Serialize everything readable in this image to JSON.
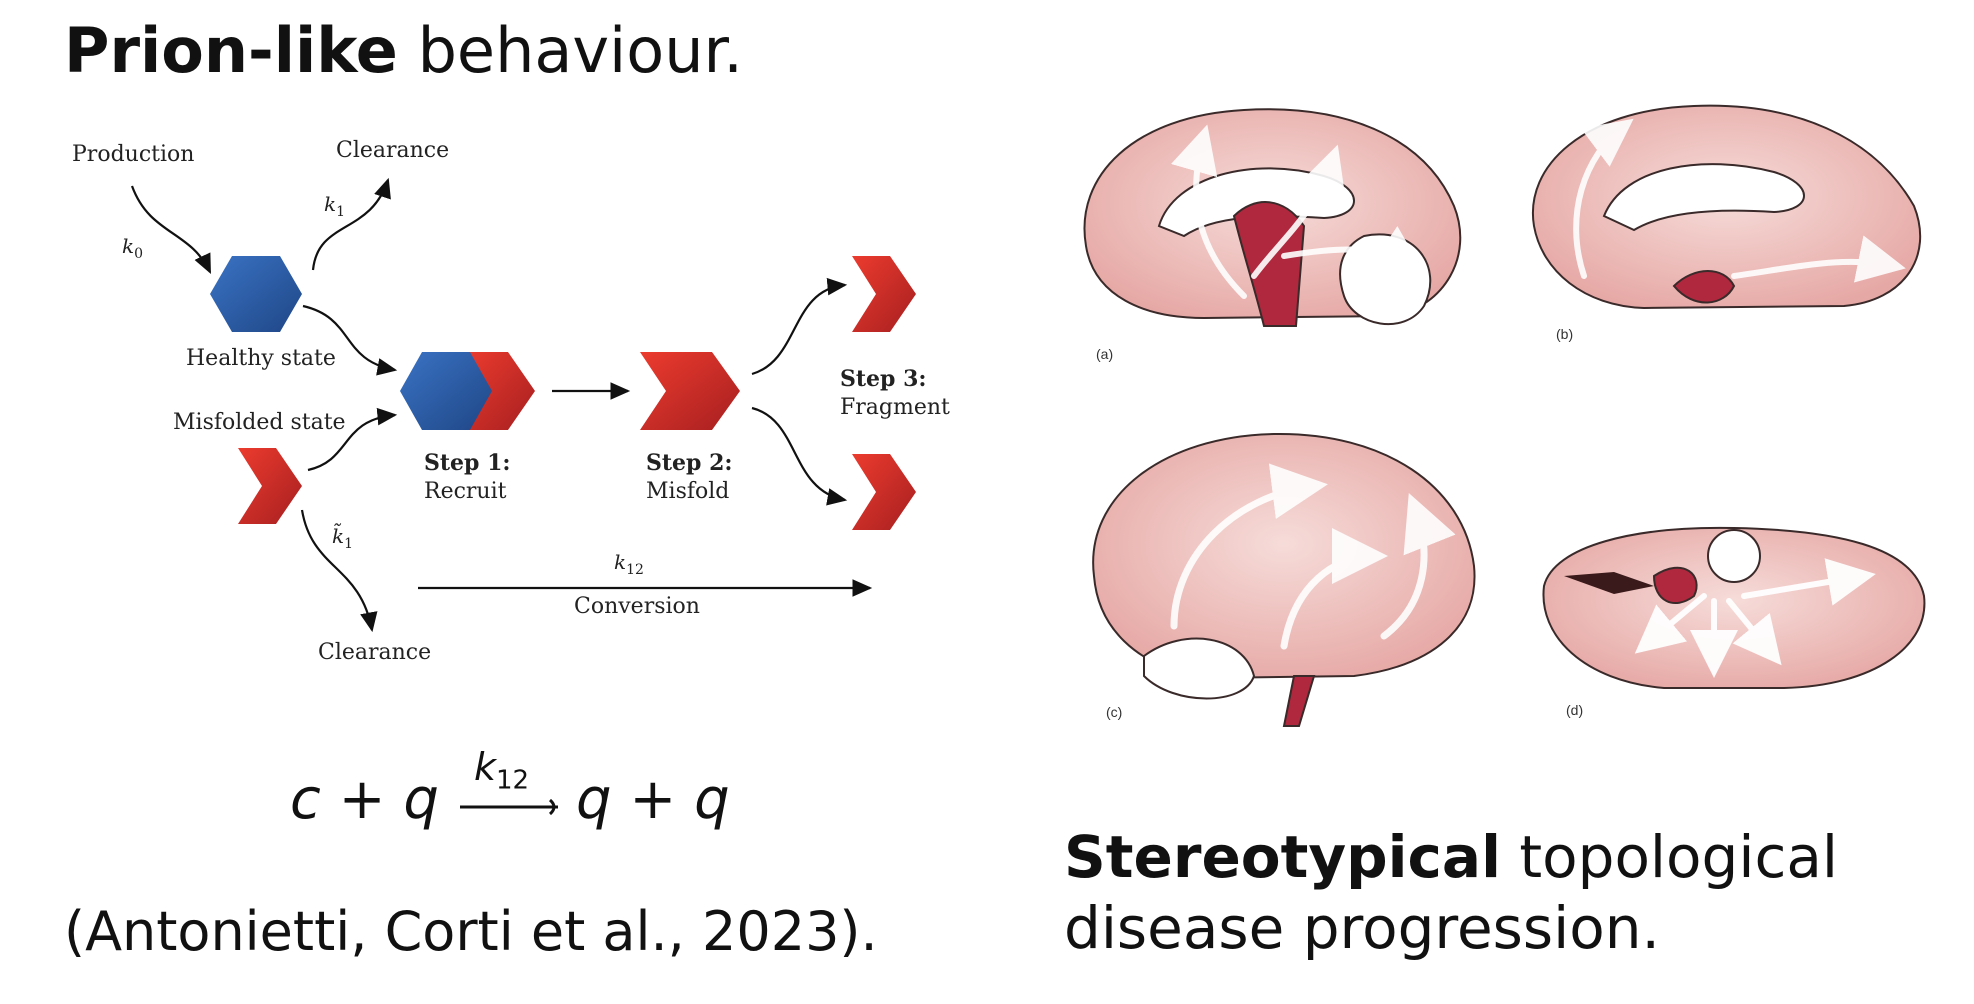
{
  "title": {
    "bold": "Prion-like",
    "rest": " behaviour."
  },
  "diagram": {
    "production": "Production",
    "clearance_top": "Clearance",
    "clearance_bottom": "Clearance",
    "healthy": "Healthy state",
    "misfolded": "Misfolded state",
    "step1_head": "Step 1:",
    "step1_sub": "Recruit",
    "step2_head": "Step 2:",
    "step2_sub": "Misfold",
    "step3_head": "Step 3:",
    "step3_sub": "Fragment",
    "conversion": "Conversion",
    "k0": "k",
    "k0_sub": "0",
    "k1": "k",
    "k1_sub": "1",
    "k1t": "k̃",
    "k1t_sub": "1",
    "k12": "k",
    "k12_sub": "12",
    "colors": {
      "healthy": "#2f5faa",
      "misfolded": "#d4322a"
    }
  },
  "equation": {
    "lhs": "c + q",
    "rate": "k",
    "rate_sub": "12",
    "rhs": "q + q"
  },
  "citation": "(Antonietti, Corti et al., 2023).",
  "brain_panels": [
    "(a)",
    "(b)",
    "(c)",
    "(d)"
  ],
  "caption": {
    "bold": "Stereotypical",
    "rest": " topological",
    "line2": "disease progression."
  }
}
